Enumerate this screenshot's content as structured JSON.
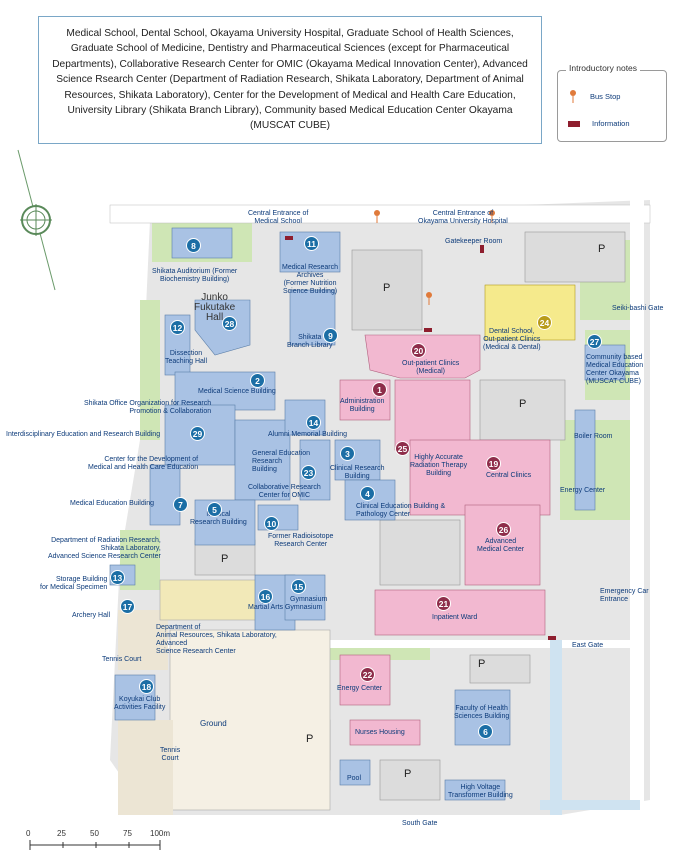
{
  "description": "Medical School, Dental School, Okayama University Hospital, Graduate School of Health Sciences, Graduate School of Medicine, Dentistry and Pharmaceutical Sciences (except for Pharmaceutical Departments), Collaborative Research Center for OMIC (Okayama Medical Innovation Center), Advanced Science Rsearch Center (Department of Radiation Research, Shikata Laboratory, Department of Animal Resources, Shikata Laboratory), Center for the Development of Medical and Health Care Education, University Library (Shikata Branch Library), Community based Medical Education Center Okayama (MUSCAT CUBE)",
  "legend": {
    "title": "Introductory notes",
    "bus_stop": "Bus Stop",
    "information": "Information"
  },
  "colors": {
    "blue_building": "#a9c2e4",
    "pink_building": "#f2b8d0",
    "yellow_building": "#f5ea8c",
    "green_area": "#cfe6b5",
    "gray_building": "#dcdcdc",
    "marker_blue": "#1b6ea5",
    "marker_maroon": "#8e2d4a",
    "marker_yellow": "#b89b1a"
  },
  "labels": {
    "central_entrance_med": "Central Entrance of\nMedical School",
    "central_entrance_hosp": "Central Entrance of\nOkayama University Hospital",
    "gatekeeper": "Gatekeeper Room",
    "shikata_auditorium": "Shikata Auditorium (Former\nBiochemistry Building)",
    "junko_hall": "Junko\nFukutake\nHall",
    "med_research_archives": "Medical Research\nArchives\n(Former Nutrition\nScience Building)",
    "dissection": "Dissection\nTeaching Hall",
    "shikata_library": "Shikata\nBranch Library",
    "dental_clinics": "Dental School,\nOut-patient Clinics\n(Medical & Dental)",
    "seiki_gate": "Seiki-bashi Gate",
    "muscat": "Community based\nMedical Education\nCenter Okayama\n(MUSCAT CUBE)",
    "outpatient": "Out-patient Clinics\n(Medical)",
    "med_science": "Medical Science Building",
    "shikata_office": "Shikata Office Organization for Research\nPromotion & Collaboration",
    "admin": "Administration\nBuilding",
    "interdisciplinary": "Interdisciplinary Education and Research Building",
    "alumni": "Alumni Memorial Building",
    "boiler": "Boiler Room",
    "center_dev": "Center for the Development of\nMedical and Health Care Education",
    "gen_edu": "General Education\nResearch\nBuilding",
    "clinical_research": "Clinical Research\nBuilding",
    "radiation_therapy": "Highly Accurate\nRadiation Therapy\nBuilding",
    "central_clinics": "Central Clinics",
    "energy_center": "Energy Center",
    "collab_omic": "Collaborative Research\nCenter for OMIC",
    "med_edu": "Medical Education Building",
    "clinical_edu": "Clinical Education Building &\nPathology Center",
    "med_research_bldg": "Medical\nResearch Building",
    "former_radioisotope": "Former Radioisotope\nResearch Center",
    "advanced_med": "Advanced\nMedical Center",
    "dept_radiation": "Department of Radiation Research,\nShikata Laboratory,\nAdvanced Science Research Center",
    "storage": "Storage Building\nfor Medical Specimen",
    "archery": "Archery Hall",
    "martial": "Martial Arts Gymnasium",
    "gymnasium": "Gymnasium",
    "inpatient": "Inpatient Ward",
    "emergency": "Emergency Car\nEntrance",
    "dept_animal": "Department of\nAnimal Resources, Shikata Laboratory,\nAdvanced\nScience Research Center",
    "east_gate": "East Gate",
    "tennis_court_1": "Tennis Court",
    "energy_center_2": "Energy Center",
    "koyukai": "Koyukai Club\nActivities Facility",
    "faculty_health": "Faculty of Health\nSciences Building",
    "ground": "Ground",
    "nurses": "Nurses Housing",
    "tennis_court_2": "Tennis\nCourt",
    "pool": "Pool",
    "high_voltage": "High Voltage\nTransformer Building",
    "south_gate": "South Gate",
    "parking": "P"
  },
  "numbers": [
    "1",
    "2",
    "3",
    "4",
    "5",
    "6",
    "7",
    "8",
    "9",
    "10",
    "11",
    "12",
    "13",
    "14",
    "15",
    "16",
    "17",
    "18",
    "19",
    "20",
    "21",
    "22",
    "23",
    "24",
    "25",
    "26",
    "27",
    "28",
    "29"
  ],
  "scale": [
    "0",
    "25",
    "50",
    "75",
    "100m"
  ]
}
